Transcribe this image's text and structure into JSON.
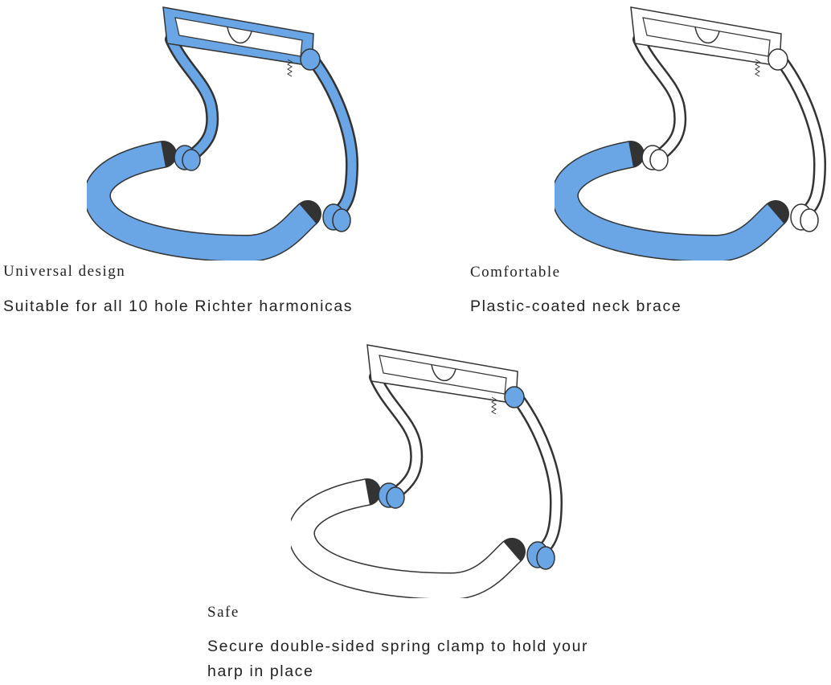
{
  "colors": {
    "accent": "#6aa6e6",
    "outline": "#333333",
    "text": "#222222"
  },
  "features": [
    {
      "title": "Universal design",
      "description": "Suitable for all 10 hole Richter harmonicas",
      "highlight": "all"
    },
    {
      "title": "Comfortable",
      "description": "Plastic-coated neck brace",
      "highlight": "neck-band"
    },
    {
      "title": "Safe",
      "description_line1": "Secure double-sided spring clamp to hold your",
      "description_line2": "harp in place",
      "highlight": "clamp-knobs"
    }
  ]
}
